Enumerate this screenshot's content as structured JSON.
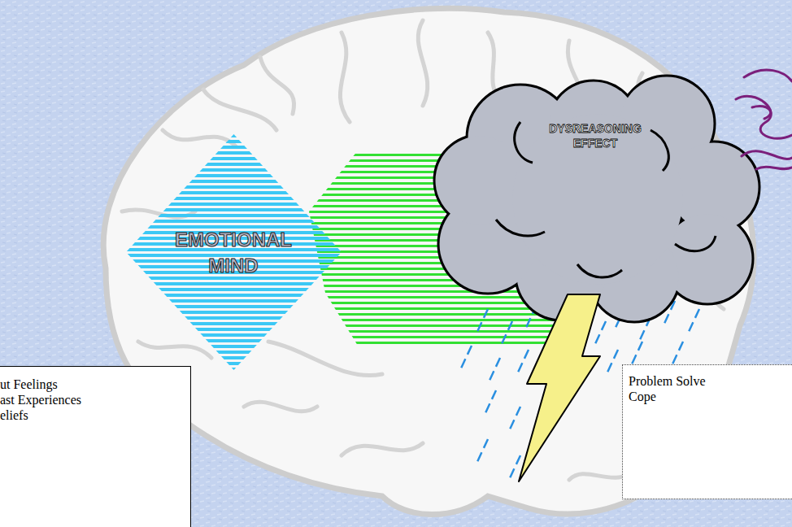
{
  "diagram": {
    "nodes": [
      {
        "text": [
          "EMOTIONAL MIND"
        ]
      },
      {
        "text": [
          "DYSREASONING EFFECT"
        ]
      },
      {
        "text": [
          "ut Feelings",
          "ast Experiences",
          "eliefs"
        ]
      },
      {
        "text": [
          "Problem Solve",
          "Cope"
        ]
      }
    ]
  }
}
